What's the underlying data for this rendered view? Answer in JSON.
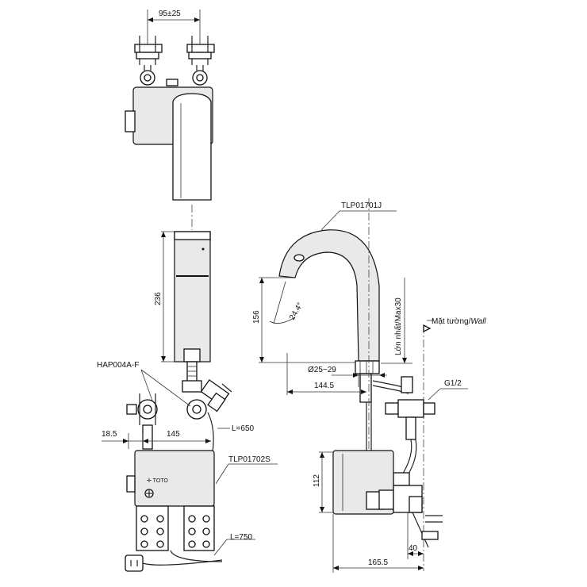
{
  "labels": {
    "dim_top": "95±25",
    "dim_236": "236",
    "hap": "HAP004A-F",
    "dim_185": "18.5",
    "dim_145": "145",
    "dim_l650": "L=650",
    "tlp02s": "TLP01702S",
    "dim_l750": "L=750",
    "tlp01j": "TLP01701J",
    "dim_156": "156",
    "angle": "24.4°",
    "max30": "Lớn nhất/Max30",
    "wall_prefix": "Mặt tường/",
    "wall_word": "Wall",
    "dia": "Ø25~29",
    "dim_1445": "144.5",
    "g12": "G1/2",
    "dim_112": "112",
    "dim_40": "40",
    "dim_1655": "165.5"
  }
}
